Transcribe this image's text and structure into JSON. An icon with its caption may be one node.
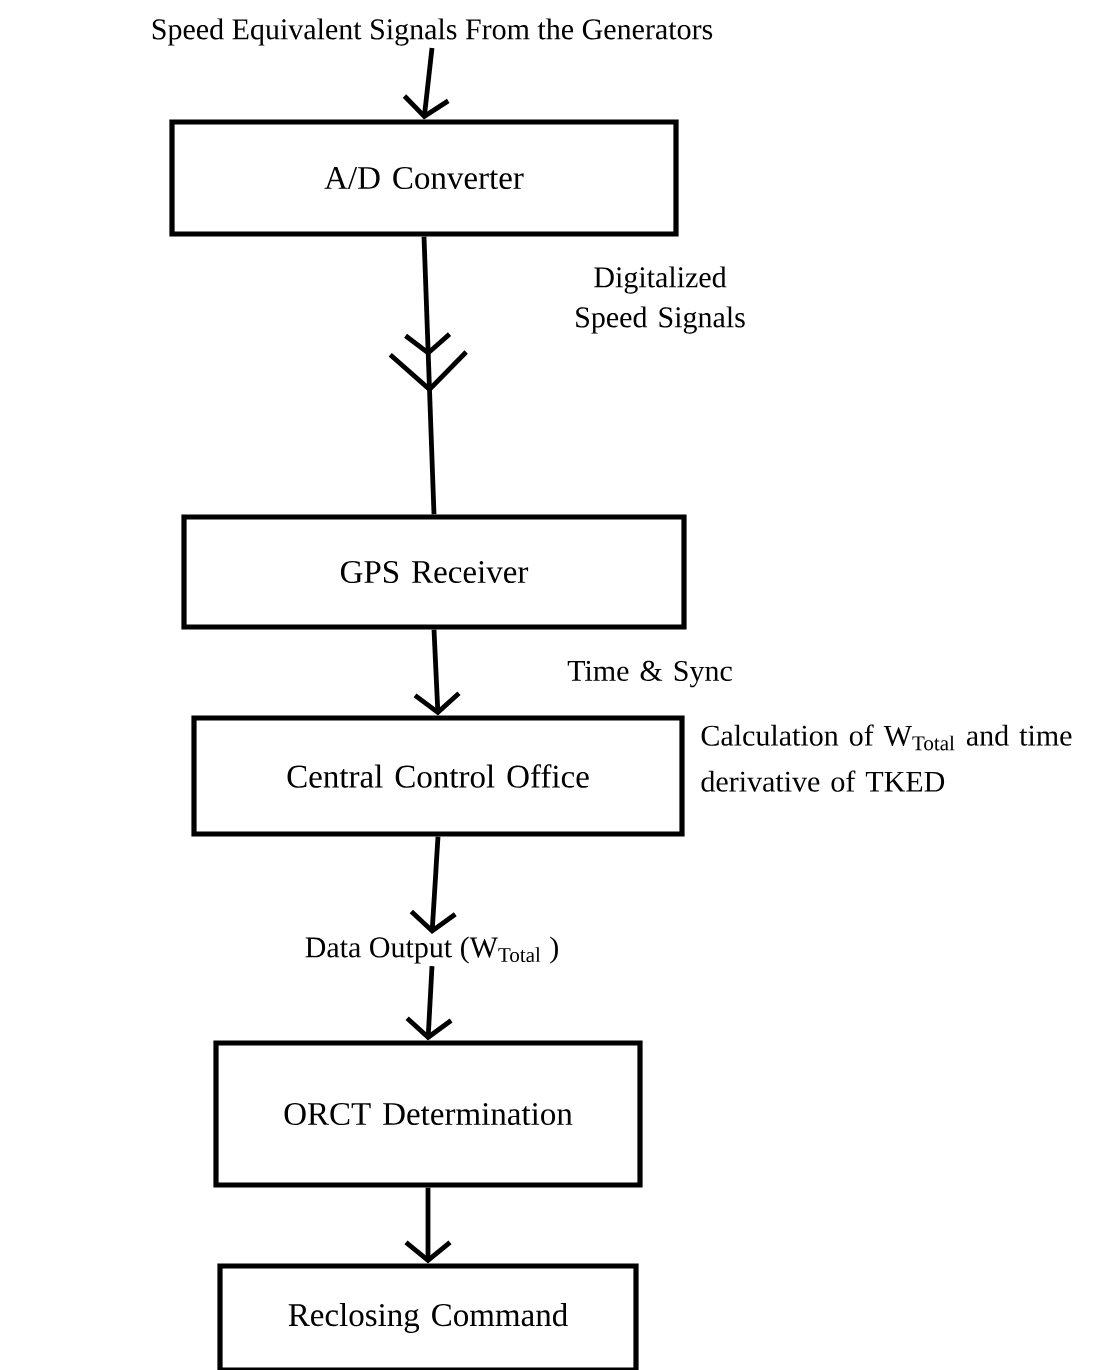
{
  "diagram": {
    "nodes": [
      {
        "text": [
          "Speed Equivalent Signals From the Generators"
        ]
      },
      {
        "text": [
          "A/D Converter"
        ]
      },
      {
        "text": [
          "GPS Receiver"
        ]
      },
      {
        "text": [
          "Central Control Office"
        ],
        "beside": [
          "Calculation of W$_{Total}$ and time derivative of TKED"
        ]
      },
      {
        "text": [
          "Data Output (W$_{Total}$ )"
        ]
      },
      {
        "text": [
          "ORCT Determination"
        ]
      },
      {
        "text": [
          "Reclosing Command"
        ]
      }
    ],
    "edges": [
      {
        "from": 0,
        "to": 1,
        "arrow": "to"
      },
      {
        "from": 1,
        "to": 2,
        "arrow": "to",
        "label": "Digitalized Speed Signals"
      },
      {
        "from": 2,
        "to": 3,
        "arrow": "to",
        "label": "Time & Sync"
      },
      {
        "from": 3,
        "to": 4,
        "arrow": "to"
      },
      {
        "from": 4,
        "to": 5,
        "arrow": "to"
      },
      {
        "from": 5,
        "to": 6,
        "arrow": "to"
      }
    ]
  }
}
